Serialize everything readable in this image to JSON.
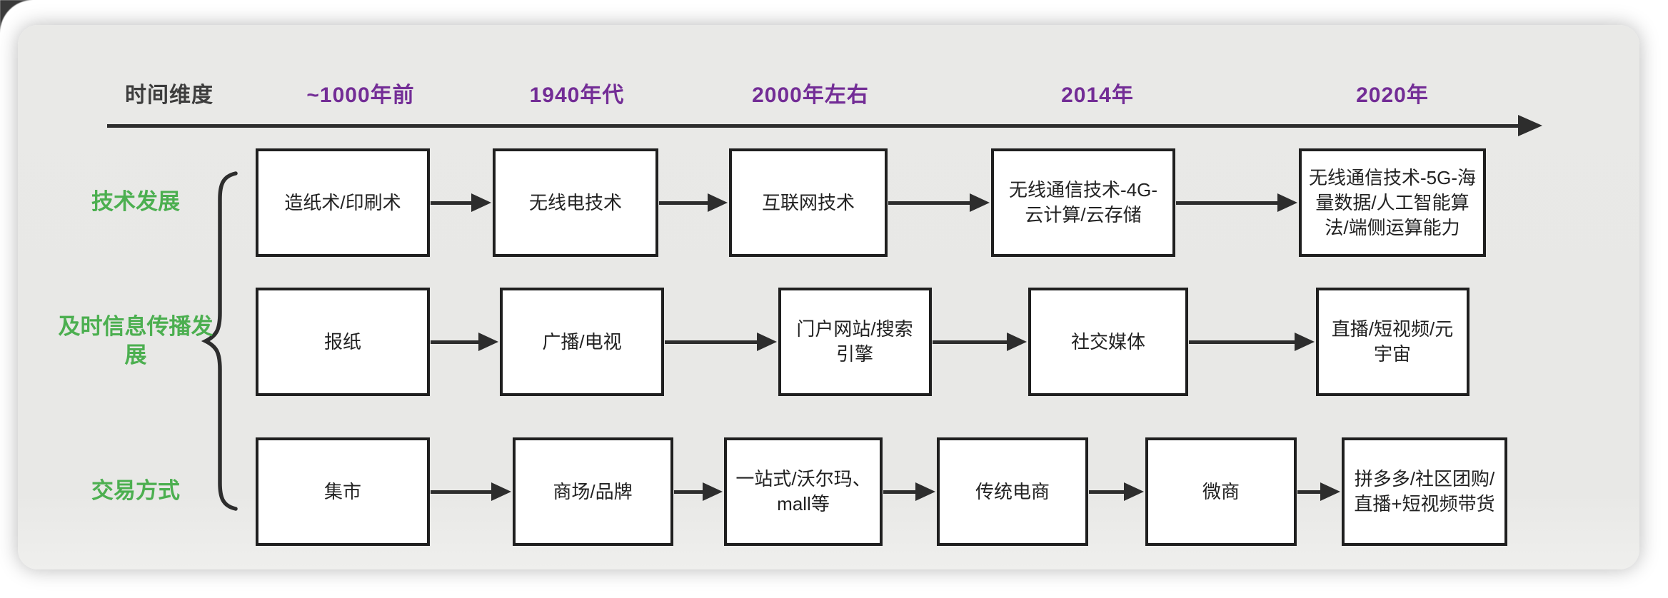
{
  "colors": {
    "accent_purple": "#732D96",
    "accent_green": "#4CAF50",
    "line_dark": "#2d2d2d",
    "panel_bg": "#E9E9E7",
    "box_bg": "#FFFFFF",
    "box_border": "#1F1F1F",
    "header_text": "#3D3D3D"
  },
  "header": {
    "axis_label": "时间维度",
    "periods": [
      "~1000年前",
      "1940年代",
      "2000年左右",
      "2014年",
      "2020年"
    ]
  },
  "rows": [
    {
      "label": "技术发展",
      "boxes": [
        "造纸术/印刷术",
        "无线电技术",
        "互联网技术",
        "无线通信技术-4G-云计算/云存储",
        "无线通信技术-5G-海量数据/人工智能算法/端侧运算能力"
      ]
    },
    {
      "label": "及时信息传播发展",
      "boxes": [
        "报纸",
        "广播/电视",
        "门户网站/搜索引擎",
        "社交媒体",
        "直播/短视频/元宇宙"
      ]
    },
    {
      "label": "交易方式",
      "boxes": [
        "集市",
        "商场/品牌",
        "一站式/沃尔玛、mall等",
        "传统电商",
        "微商",
        "拼多多/社区团购/直播+短视频带货"
      ]
    }
  ]
}
